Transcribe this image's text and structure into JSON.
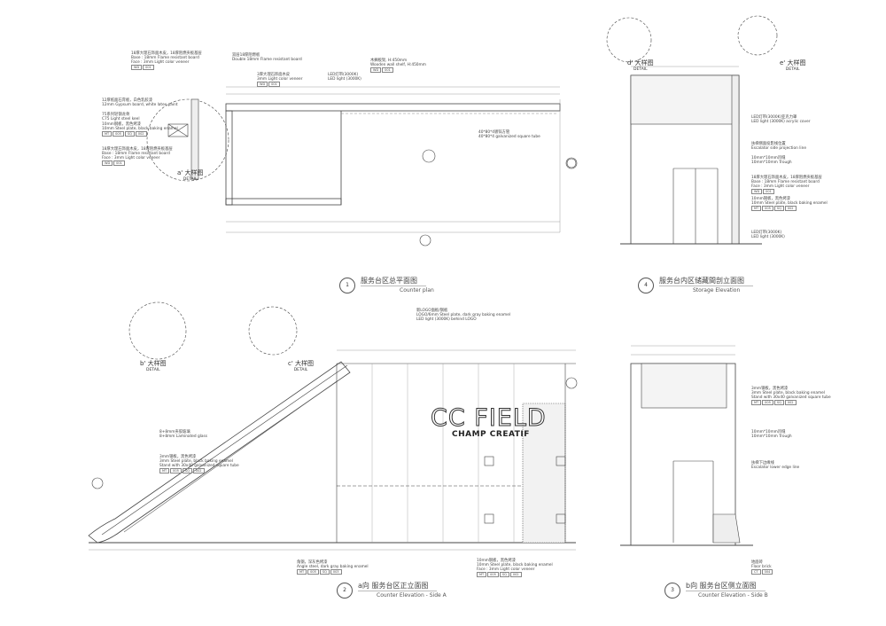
{
  "titles": [
    {
      "num": "1",
      "cn": "服务台区总平面图",
      "en": "Counter plan"
    },
    {
      "num": "4",
      "cn": "服务台内区储藏間剖立面图",
      "en": "Storage Elevation"
    },
    {
      "num": "2",
      "cn": "a向 服务台区正立面图",
      "en": "Counter Elevation - Side A"
    },
    {
      "num": "3",
      "cn": "b向 服务台区侧立面图",
      "en": "Counter Elevation - Side B"
    }
  ],
  "details": [
    {
      "mark": "a'",
      "cn": "大样图",
      "en": "DETAIL"
    },
    {
      "mark": "b'",
      "cn": "大样图",
      "en": "DETAIL"
    },
    {
      "mark": "c'",
      "cn": "大样图",
      "en": "DETAIL"
    },
    {
      "mark": "d'",
      "cn": "大样图",
      "en": "DETAIL"
    },
    {
      "mark": "e'",
      "cn": "大样图",
      "en": "DETAIL"
    }
  ],
  "logo": {
    "main": "CC FIELD",
    "sub": "CHAMP CREATIF"
  },
  "annotations": {
    "a1": {
      "cn": "18厚大理石饰面木皮，18厚阻燃夹板基层",
      "l1": "Base : 18mm Flame resistant board",
      "l2": "Face : 3mm Light color veneer",
      "tags": [
        "WD",
        "001"
      ]
    },
    "a2": {
      "cn": "12厚纸面石膏板，白色乳胶漆",
      "l1": "12mm Gypsum board, white latex paint",
      "l2": "",
      "tags": []
    },
    "a3": {
      "cn": "75系列轻钢龙骨",
      "l1": "C75 Light steel keel",
      "l2": "",
      "tags": []
    },
    "a4": {
      "cn": "10mm钢板，黑色烤漆",
      "l1": "10mm Steel plate, black baking enamel",
      "l2": "",
      "tags": [
        "MT",
        "005",
        "SQ",
        "002"
      ]
    },
    "a5": {
      "cn": "18厚大理石饰面木皮，18厚阻燃夹板基层",
      "l1": "Base : 18mm Flame resistant board",
      "l2": "Face : 3mm Light color veneer",
      "tags": [
        "WD",
        "001"
      ]
    },
    "p1": {
      "cn": "双层18厚阻燃板",
      "l1": "Double 18mm Flame resistant board",
      "l2": "",
      "tags": []
    },
    "p2": {
      "cn": "3厚大理石饰面木皮",
      "l1": "3mm Light color veneer",
      "l2": "",
      "tags": [
        "WD",
        "001"
      ]
    },
    "p3": {
      "cn": "LED灯带(3000K)",
      "l1": "LED light (3000K)",
      "l2": "",
      "tags": []
    },
    "p4": {
      "cn": "木搁板架, H:450mm",
      "l1": "Wooden wall shelf, H:450mm",
      "l2": "",
      "tags": [
        "WD",
        "001"
      ]
    },
    "p5": {
      "cn": "40*80*4镀锌方管",
      "l1": "40*80*4 galvanized square tube",
      "l2": "",
      "tags": []
    },
    "s1": {
      "cn": "LED灯带(3000K)亚克力罩",
      "l1": "LED light (3000K) acrylic cover",
      "l2": "",
      "tags": []
    },
    "s2": {
      "cn": "扶梯侧面投影线位置",
      "l1": "Escalator side projection line",
      "l2": "",
      "tags": []
    },
    "s3": {
      "cn": "10mm*10mm凹缝",
      "l1": "10mm*10mm Trough",
      "l2": "",
      "tags": []
    },
    "s4": {
      "cn": "18厚大理石饰面木皮，18厚阻燃夹板基层",
      "l1": "Base : 18mm Flame resistant board",
      "l2": "Face : 3mm Light color veneer",
      "tags": [
        "WD",
        "001"
      ]
    },
    "s5": {
      "cn": "10mm钢板，黑色烤漆",
      "l1": "10mm Steel plate, black baking enamel",
      "l2": "",
      "tags": [
        "MT",
        "005",
        "SQ",
        "002"
      ]
    },
    "s6": {
      "cn": "LED灯带(3000K)",
      "l1": "LED light (3000K)",
      "l2": "",
      "tags": []
    },
    "e1": {
      "cn": "8+8mm夹胶玻璃",
      "l1": "8+8mm Laminated glass",
      "l2": "",
      "tags": []
    },
    "e2": {
      "cn": "3mm钢板，黑色烤漆",
      "l1": "3mm Steel plate, black baking enamel",
      "l2": "Stand with 30x40 galvanized square tube",
      "tags": [
        "MT",
        "005",
        "SQ",
        "002"
      ]
    },
    "e3": {
      "cn": "角钢，深灰色烤漆",
      "l1": "Angle steel, dark gray baking enamel",
      "l2": "",
      "tags": [
        "MT",
        "005",
        "SQ",
        "003"
      ]
    },
    "e4": {
      "cn": "10mm钢板，黑色烤漆",
      "l1": "10mm Steel plate, black baking enamel",
      "l2": "Face : 3mm Light color veneer",
      "tags": [
        "MT",
        "005",
        "SQ",
        "002"
      ]
    },
    "e5": {
      "cn": "新LOGO面板/钢板",
      "l1": "LOGO/6mm Steel plate, dark gray baking enamel",
      "l2": "LED light (3000K) behind LOGO",
      "tags": []
    },
    "b1": {
      "cn": "3mm钢板，黑色烤漆",
      "l1": "3mm Steel plate, black baking enamel",
      "l2": "Stand with 30x40 galvanized square tube",
      "tags": [
        "MT",
        "005",
        "SQ",
        "002"
      ]
    },
    "b2": {
      "cn": "10mm*10mm凹缝",
      "l1": "10mm*10mm Trough",
      "l2": "",
      "tags": []
    },
    "b3": {
      "cn": "扶梯下边缘线",
      "l1": "Escalator lower edge line",
      "l2": "",
      "tags": []
    },
    "b4": {
      "cn": "地面砖",
      "l1": "Floor brick",
      "l2": "",
      "tags": [
        "CT",
        "004"
      ]
    }
  }
}
